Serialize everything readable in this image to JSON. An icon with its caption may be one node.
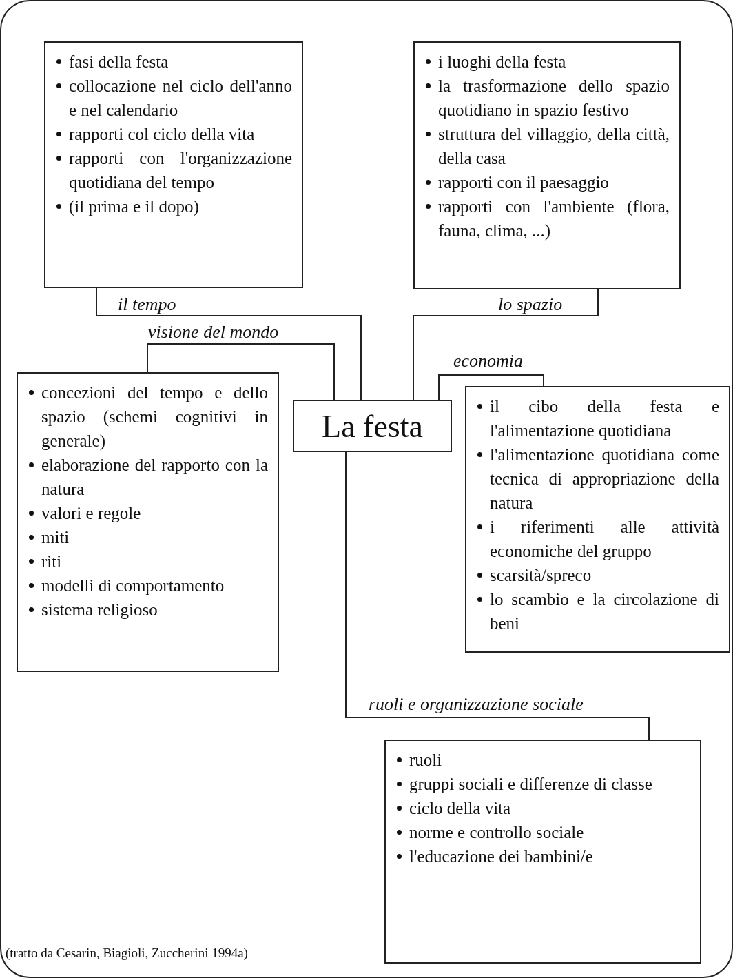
{
  "diagram": {
    "caption": "(tratto da Cesarin, Biagioli, Zuccherini 1994a)",
    "nodes": [
      {
        "text": [
          "fasi della festa",
          "collocazione nel ciclo dell'anno e nel calendario",
          "rapporti col ciclo della vita",
          "rapporti con l'organizzazione quotidiana del tempo",
          "(il prima e il dopo)"
        ]
      },
      {
        "text": [
          "i luoghi della festa",
          "la trasformazione dello spazio quotidiano in spazio festivo",
          "struttura del villaggio, della città, della casa",
          "rapporti con il paesaggio",
          "rapporti con l'ambiente (flora, fauna, clima, ...)"
        ]
      },
      {
        "text": [
          "concezioni del tempo e dello spazio (schemi cognitivi in generale)",
          "elaborazione del rapporto con la natura",
          "valori e regole",
          "miti",
          "riti",
          "modelli di comportamento",
          "sistema religioso"
        ]
      },
      {
        "text": [
          "La festa"
        ]
      },
      {
        "text": [
          "il cibo della festa e l'alimentazione quotidiana",
          "l'alimentazione quotidiana come tecnica di appropriazione della natura",
          "i riferimenti alle attività economiche del gruppo",
          "scarsità/spreco",
          "lo scambio e la circolazione di beni"
        ]
      },
      {
        "text": [
          "ruoli",
          "gruppi sociali e differenze di classe",
          "ciclo della vita",
          "norme e controllo sociale",
          "l'educazione dei bambini/e"
        ]
      }
    ],
    "edges": [
      {
        "from": 3,
        "to": 0,
        "arrow": "none",
        "label": "il tempo"
      },
      {
        "from": 3,
        "to": 1,
        "arrow": "none",
        "label": "lo spazio"
      },
      {
        "from": 3,
        "to": 2,
        "arrow": "none",
        "label": "visione del mondo"
      },
      {
        "from": 3,
        "to": 4,
        "arrow": "none",
        "label": "economia"
      },
      {
        "from": 3,
        "to": 5,
        "arrow": "none",
        "label": "ruoli e organizzazione sociale"
      }
    ]
  }
}
